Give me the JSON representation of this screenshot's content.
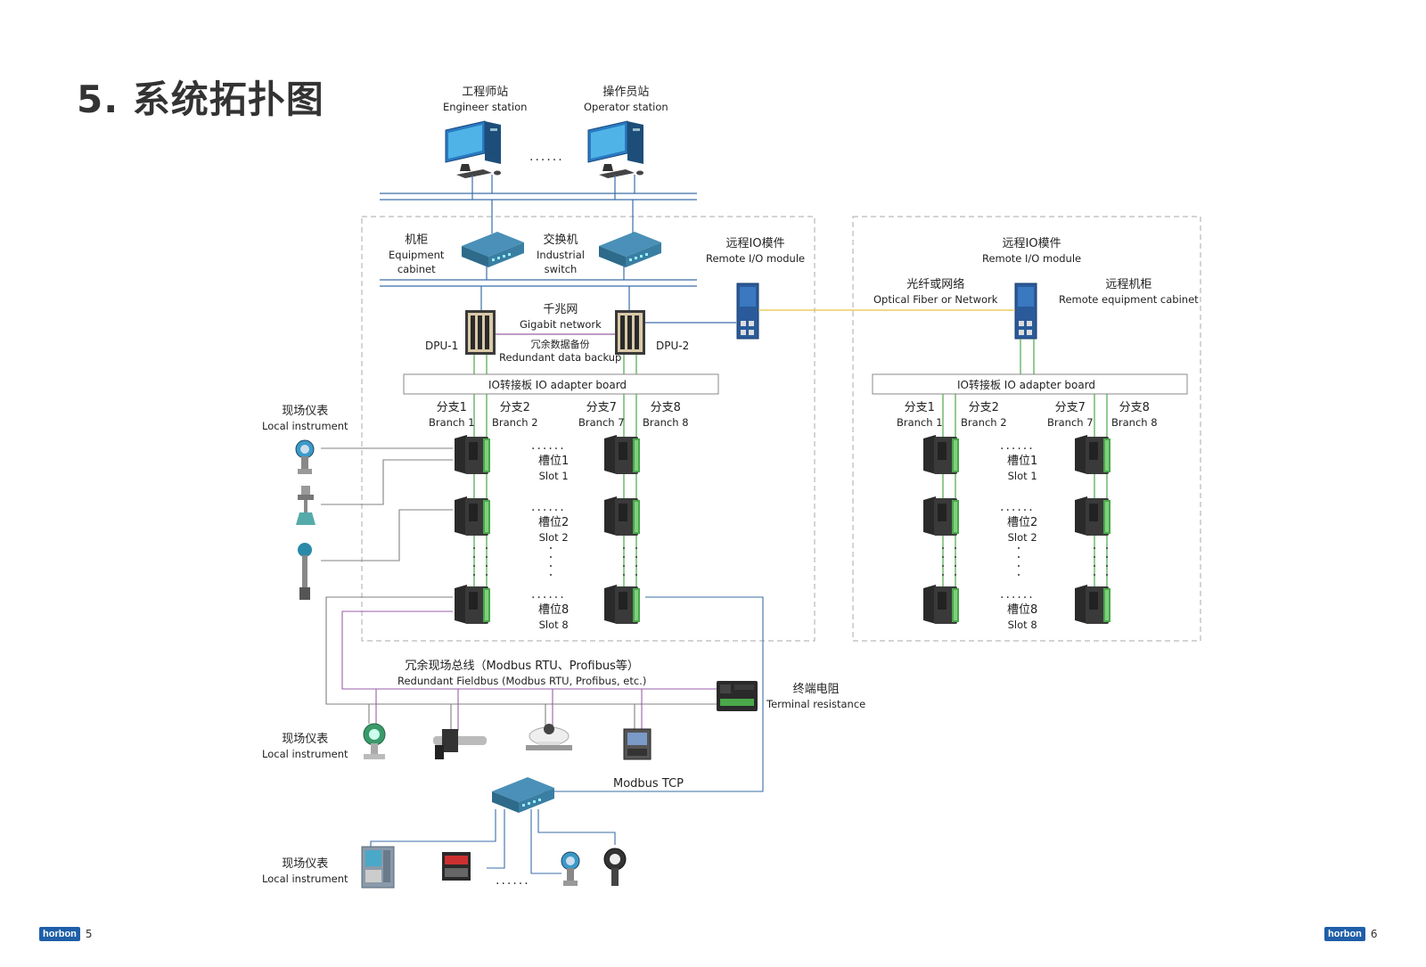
{
  "title": "5. 系统拓扑图",
  "stations": {
    "engineer": {
      "zh": "工程师站",
      "en": "Engineer station"
    },
    "operator": {
      "zh": "操作员站",
      "en": "Operator station"
    },
    "dots": "......"
  },
  "cabinet": {
    "zh": "机柜",
    "en1": "Equipment",
    "en2": "cabinet"
  },
  "switch": {
    "zh": "交换机",
    "en1": "Industrial",
    "en2": "switch"
  },
  "remote_io_left": {
    "zh": "远程IO模件",
    "en": "Remote I/O module"
  },
  "remote_io_right": {
    "zh": "远程IO模件",
    "en": "Remote I/O module"
  },
  "gigabit": {
    "zh": "千兆网",
    "en": "Gigabit network"
  },
  "redundant_backup": {
    "zh": "冗余数据备份",
    "en": "Redundant data backup"
  },
  "dpu1": "DPU-1",
  "dpu2": "DPU-2",
  "optical": {
    "zh": "光纤或网络",
    "en": "Optical Fiber or Network"
  },
  "remote_cabinet": {
    "zh": "远程机柜",
    "en": "Remote equipment cabinet"
  },
  "io_adapter_left": "IO转接板   IO adapter board",
  "io_adapter_right": "IO转接板   IO adapter board",
  "branches_left": [
    {
      "zh": "分支1",
      "en": "Branch 1"
    },
    {
      "zh": "分支2",
      "en": "Branch 2"
    },
    {
      "zh": "分支7",
      "en": "Branch 7"
    },
    {
      "zh": "分支8",
      "en": "Branch 8"
    }
  ],
  "branches_right": [
    {
      "zh": "分支1",
      "en": "Branch 1"
    },
    {
      "zh": "分支2",
      "en": "Branch 2"
    },
    {
      "zh": "分支7",
      "en": "Branch 7"
    },
    {
      "zh": "分支8",
      "en": "Branch 8"
    }
  ],
  "slots": [
    {
      "zh": "槽位1",
      "en": "Slot 1"
    },
    {
      "zh": "槽位2",
      "en": "Slot 2"
    },
    {
      "zh": "槽位8",
      "en": "Slot 8"
    }
  ],
  "slots_right": [
    {
      "zh": "槽位1",
      "en": "Slot 1"
    },
    {
      "zh": "槽位2",
      "en": "Slot 2"
    },
    {
      "zh": "槽位8",
      "en": "Slot 8"
    }
  ],
  "local_instrument_1": {
    "zh": "现场仪表",
    "en": "Local instrument"
  },
  "local_instrument_2": {
    "zh": "现场仪表",
    "en": "Local instrument"
  },
  "local_instrument_3": {
    "zh": "现场仪表",
    "en": "Local instrument"
  },
  "fieldbus": {
    "zh": "冗余现场总线（Modbus RTU、Profibus等）",
    "en": "Redundant Fieldbus (Modbus RTU, Profibus, etc.)"
  },
  "terminal": {
    "zh": "终端电阻",
    "en": "Terminal resistance"
  },
  "modbus_tcp": "Modbus TCP",
  "footer_left": {
    "logo": "horbon",
    "page": "5"
  },
  "footer_right": {
    "logo": "horbon",
    "page": "6"
  },
  "colors": {
    "bus": "#3a6ea8",
    "green": "#4aa84a",
    "purple": "#9a5fa8",
    "gray": "#808080",
    "fiber": "#e8c040"
  }
}
